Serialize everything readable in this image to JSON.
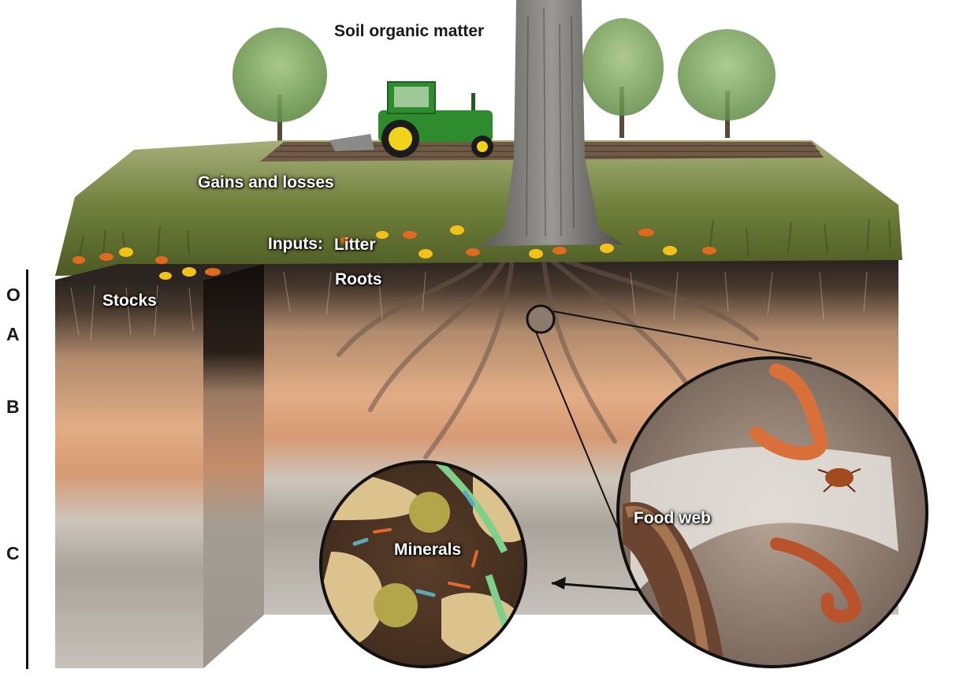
{
  "labels": {
    "title": "Soil organic matter",
    "gains_losses": "Gains and losses",
    "inputs": "Inputs:",
    "litter": "Litter",
    "roots": "Roots",
    "stocks": "Stocks",
    "minerals": "Minerals",
    "food_web": "Food web"
  },
  "horizons": [
    "O",
    "A",
    "B",
    "C"
  ],
  "colors": {
    "grass": "#6f7f3a",
    "topsoil": "#2b2420",
    "subsoil": "#d8a57f",
    "bedrock": "#b9b2a8",
    "tractor_green": "#2e8b2e",
    "tractor_yellow": "#f2d21b"
  }
}
